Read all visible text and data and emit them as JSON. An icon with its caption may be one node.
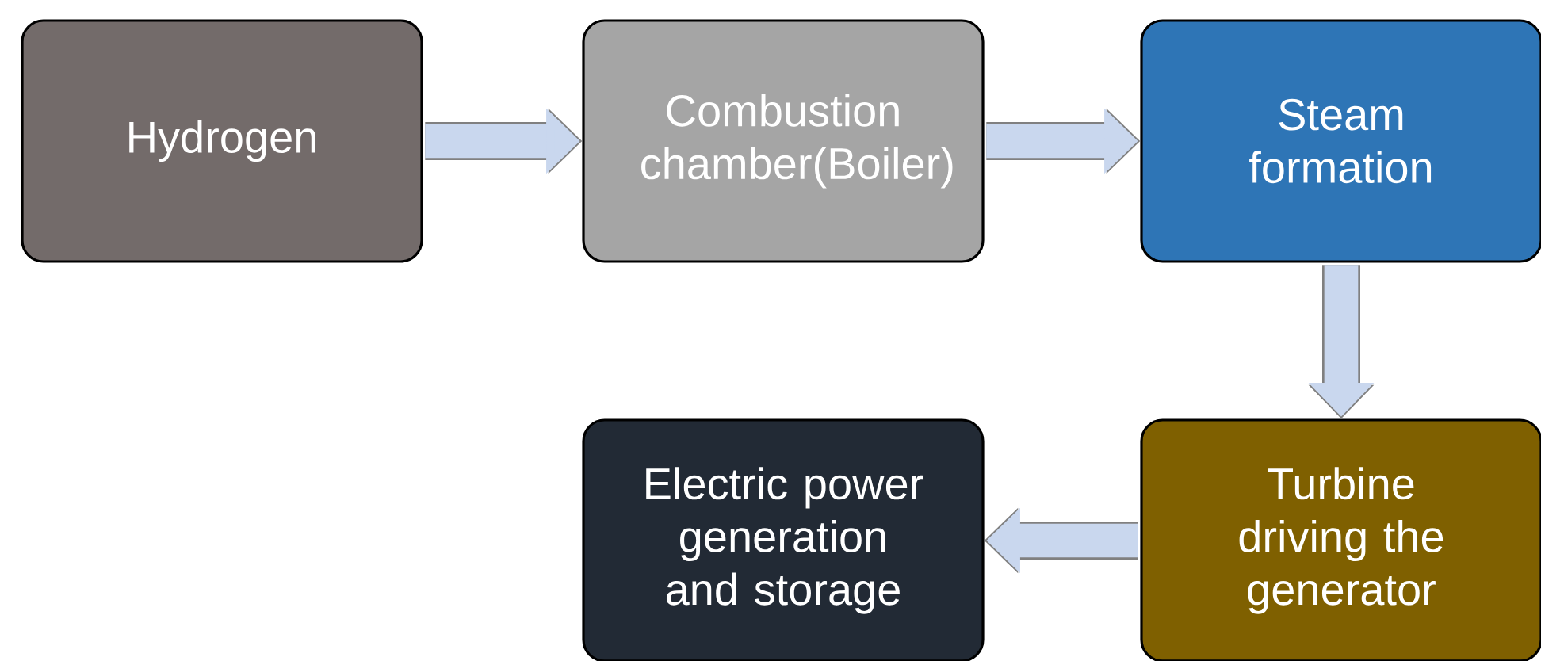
{
  "diagram": {
    "nodes": [
      {
        "text": [
          "Hydrogen"
        ]
      },
      {
        "text": [
          "Combustion chamber(Boiler)"
        ]
      },
      {
        "text": [
          "Steam formation"
        ]
      },
      {
        "text": [
          "Electric power generation and storage"
        ]
      },
      {
        "text": [
          "Turbine driving the generator"
        ]
      }
    ],
    "edges": [
      {
        "from": 0,
        "to": 1,
        "arrow": "to"
      },
      {
        "from": 1,
        "to": 2,
        "arrow": "to"
      },
      {
        "from": 2,
        "to": 4,
        "arrow": "to"
      },
      {
        "from": 4,
        "to": 3,
        "arrow": "to"
      }
    ]
  }
}
